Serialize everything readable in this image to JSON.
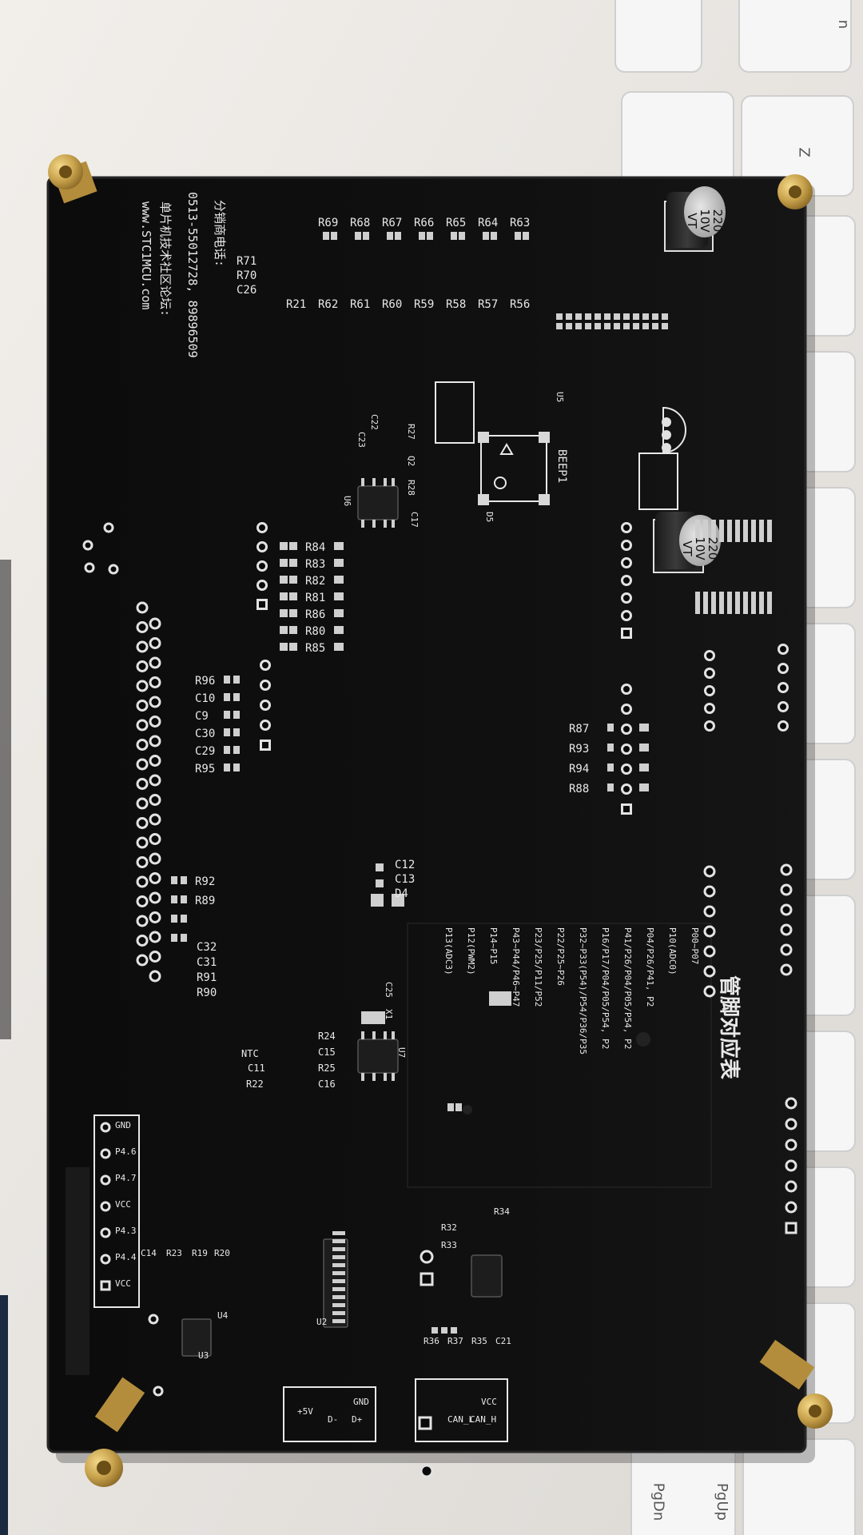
{
  "board": {
    "phone": "0513-55012728, 89896509",
    "phone_label": "分销商电话:",
    "forum_label": "单片机技术社区论坛:",
    "website": "www.STC1MCU.com",
    "pin_table_title": "管脚对应表",
    "beep": "BEEP1",
    "cap_value_1": "220",
    "cap_value_2": "10V",
    "cap_value_3": "VT"
  },
  "resistor_row_top": [
    "R69",
    "R68",
    "R67",
    "R66",
    "R65",
    "R64",
    "R63"
  ],
  "resistor_row_mid": [
    "R21",
    "R62",
    "R61",
    "R60",
    "R59",
    "R58",
    "R57",
    "R56"
  ],
  "left_labels": [
    "R71",
    "R70",
    "C26"
  ],
  "cluster_labels": [
    "R84",
    "R83",
    "R82",
    "R81",
    "R86",
    "R80",
    "R85"
  ],
  "rc_labels": [
    "R96",
    "C10",
    "C9",
    "C30",
    "C29",
    "R95"
  ],
  "right_mid_labels": [
    "R87",
    "R93",
    "R94",
    "R88"
  ],
  "cap_labels": [
    "C12",
    "C13",
    "D4"
  ],
  "bottom_left_labels": [
    "C32",
    "C31",
    "R91",
    "R90"
  ],
  "mid_left_labels": [
    "R92",
    "R89"
  ],
  "ic_labels": [
    "U5",
    "U6",
    "U7",
    "D5",
    "C17",
    "R27",
    "Q2",
    "R28",
    "C22",
    "C23",
    "C25",
    "X1"
  ],
  "ntc_labels": [
    "NTC",
    "C11",
    "R22",
    "R24",
    "C15",
    "R25",
    "C16"
  ],
  "header_pins": [
    "GND",
    "P4.6",
    "P4.7",
    "VCC",
    "P4.3",
    "P4.4",
    "VCC"
  ],
  "pin_table": [
    "P00~P07",
    "P10(ADC0)",
    "P04/P26/P41, P2",
    "P41/P26/P04/P05/P54, P2",
    "P16/P17/P04/P05/P54, P2",
    "P32~P33(P54)/P54/P36/P35",
    "P22/P25~P26",
    "P23/P25/P11/P52",
    "P43~P44/P46~P47",
    "P14~P15",
    "P12(PWM2)",
    "P13(ADC3)"
  ],
  "bottom_labels": [
    "C14",
    "R23",
    "R19",
    "R20",
    "U2",
    "U4",
    "U3",
    "R32",
    "R33",
    "R34",
    "R36",
    "R37",
    "R35",
    "C21",
    "VCC",
    "GND",
    "D+",
    "D-",
    "+5V",
    "CAN_H",
    "CAN_L"
  ],
  "keyboard": {
    "key_1": "PgUp",
    "key_2": "PgDn",
    "key_3": "Z",
    "key_4": "n"
  }
}
